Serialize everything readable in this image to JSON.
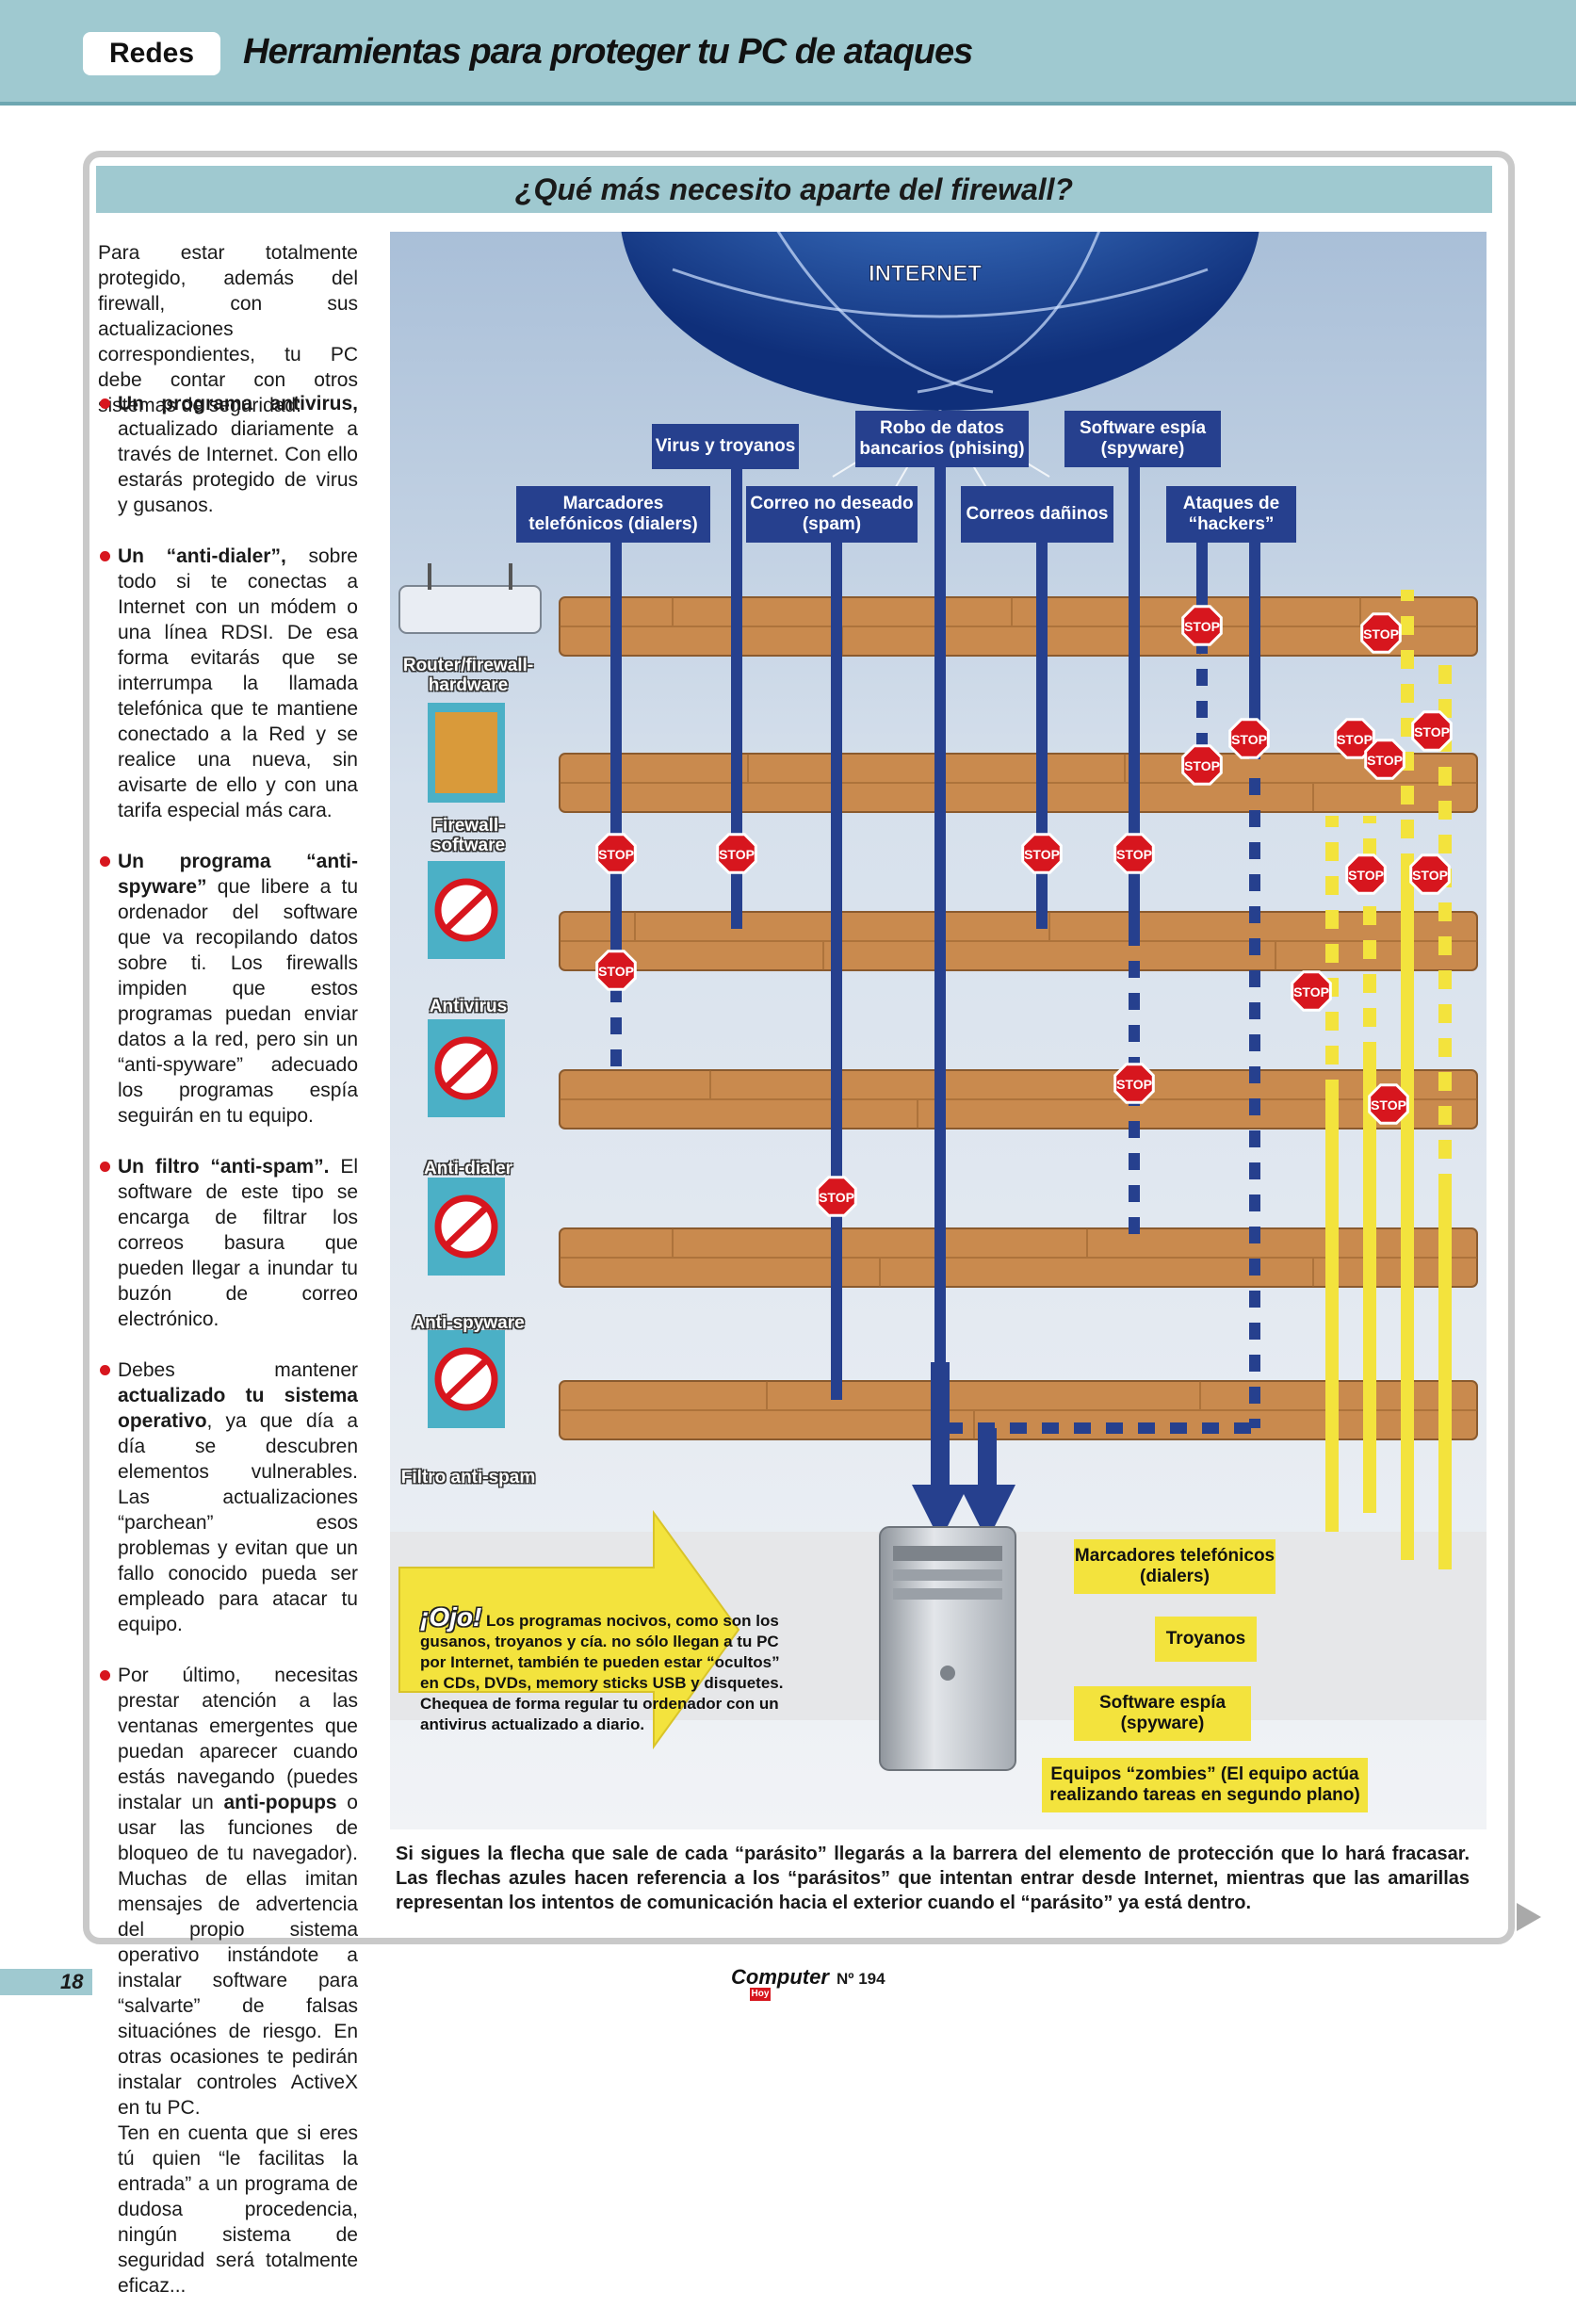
{
  "header": {
    "section": "Redes",
    "title": "Herramientas para proteger tu PC de ataques"
  },
  "box": {
    "title": "¿Qué más necesito aparte del firewall?",
    "lead": "Para estar totalmente protegido, además del firewall, con sus actualizaciones correspondientes, tu PC debe contar con otros sistemas de seguridad:",
    "bullets": [
      {
        "bold": "Un programa antivirus,",
        "text": " actualizado diariamente a través de Internet. Con ello estarás protegido de virus y gusanos."
      },
      {
        "bold": "Un “anti-dialer”,",
        "text": " sobre todo si te conectas a Internet con un módem o una línea RDSI. De esa forma evitarás que se interrumpa la llamada telefónica que te mantiene conectado a la Red y se realice una nueva, sin avisarte de ello y con una tarifa especial más cara."
      },
      {
        "bold": "Un programa “anti-spyware”",
        "text": " que libere a tu ordenador del software que va recopilando datos sobre ti. Los firewalls impiden que estos programas puedan enviar datos a la red, pero sin un “anti-spyware” adecuado los programas espía seguirán en tu equipo."
      },
      {
        "bold": "Un filtro “anti-spam”.",
        "text": " El software de este tipo se encarga de filtrar los correos basura que pueden llegar a inundar tu buzón de correo electrónico."
      },
      {
        "pre": "Debes mantener ",
        "bold": "actualizado tu sistema operativo",
        "text": ", ya que día a día se descubren elementos vulnerables. Las actualizaciones “parchean” esos problemas y evitan que un fallo conocido pueda ser empleado para atacar tu equipo."
      },
      {
        "pre": "Por último, necesitas prestar atención a las ventanas emergentes que puedan aparecer cuando estás navegando (puedes instalar un ",
        "bold": "anti-popups",
        "text": " o usar las funciones de bloqueo de tu navegador). Muchas de ellas imitan mensajes de advertencia del propio sistema operativo instándote a instalar software para “salvarte” de falsas situaciónes de riesgo. En otras ocasiones te pedirán instalar controles ActiveX en tu PC.",
        "extra": "Ten en cuenta que si eres tú quien “le facilitas la entrada” a un programa de dudosa procedencia, ningún sistema de seguridad será totalmente eficaz..."
      }
    ]
  },
  "diagram": {
    "internet_label": "INTERNET",
    "threats": [
      "Virus y troyanos",
      "Robo de datos bancarios (phising)",
      "Software espía (spyware)",
      "Marcadores telefónicos (dialers)",
      "Correo no deseado (spam)",
      "Correos dañinos",
      "Ataques de “hackers”"
    ],
    "layers": [
      "Router/firewall-hardware",
      "Firewall-software",
      "Antivirus",
      "Anti-dialer",
      "Anti-spyware",
      "Filtro anti-spam"
    ],
    "stop_label": "STOP",
    "outgoing": [
      "Marcadores telefónicos (dialers)",
      "Troyanos",
      "Software espía (spyware)",
      "Equipos “zombies” (El equipo actúa realizando tareas en segundo plano)"
    ],
    "ojo_tag": "¡Ojo!",
    "ojo_text": " Los programas nocivos, como son los gusanos, troyanos y cía. no sólo llegan a tu PC por Internet, también te pueden estar “ocultos” en CDs, DVDs, memory sticks USB y disquetes. Chequea de forma regular tu ordenador con un antivirus actualizado a diario.",
    "caption": "Si sigues la flecha que sale de cada “parásito” llegarás a la barrera del elemento de protección que lo hará fracasar. Las flechas azules hacen referencia a los “parásitos” que intentan entrar desde Internet, mientras que las amarillas representan los intentos de comunicación hacia el exterior cuando el “parásito” ya está dentro.",
    "colors": {
      "threat_blue": "#26408e",
      "arrow_yellow": "#f3e33d",
      "stop_red": "#d7161e",
      "wall_brown": "#c98a4e"
    }
  },
  "footer": {
    "page": "18",
    "brand": "Computer",
    "brand_sub": "Hoy",
    "issue": "Nº 194"
  }
}
